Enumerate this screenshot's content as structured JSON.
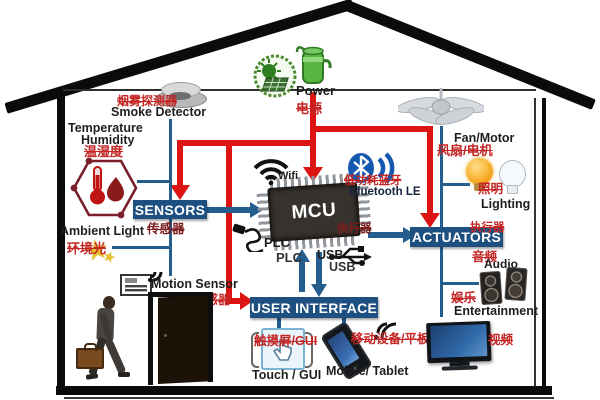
{
  "nodes": {
    "smoke_detector": {
      "en": "Smoke Detector",
      "zh": "烟雾探测器"
    },
    "temperature": {
      "line1": "Temperature",
      "line2": "Humidity",
      "zh": "温湿度"
    },
    "ambient_light": {
      "en": "Ambient Light",
      "zh": "环境光"
    },
    "motion_sensor": {
      "en": "Motion Sensor",
      "zh": "移动传感器"
    },
    "sensors": {
      "label": "SENSORS",
      "zh": "传感器"
    },
    "power": {
      "en": "Power",
      "zh": "电源"
    },
    "wifi": {
      "label": "Wifi"
    },
    "mcu": {
      "label": "MCU"
    },
    "bluetooth": {
      "zh": "低功耗蓝牙",
      "en": "Bluetooth LE"
    },
    "plc": {
      "label": "PLC",
      "label2": "PLC"
    },
    "usb": {
      "label": "USB",
      "label2": "USB"
    },
    "actuators": {
      "label": "ACTUATORS",
      "zh_left": "执行器",
      "zh_right": "执行器"
    },
    "fan_motor": {
      "en": "Fan/Motor",
      "zh": "风扇/电机"
    },
    "lighting": {
      "en": "Lighting",
      "zh": "照明"
    },
    "audio": {
      "en": "Audio",
      "zh": "音频"
    },
    "entertainment": {
      "en": "Entertainment",
      "zh": "娱乐"
    },
    "user_interface": {
      "label": "USER INTERFACE"
    },
    "touch_gui": {
      "en": "Touch / GUI",
      "zh": "触摸屏/GUI"
    },
    "mobile_tablet": {
      "en": "Mobile/ Tablet",
      "zh": "移动设备/平板电脑"
    },
    "video": {
      "zh": "视频"
    }
  },
  "colors": {
    "power_line": "#dd1414",
    "data_line": "#235e8e",
    "box_fill": "#1d5080",
    "overlay_text": "#c42525"
  }
}
